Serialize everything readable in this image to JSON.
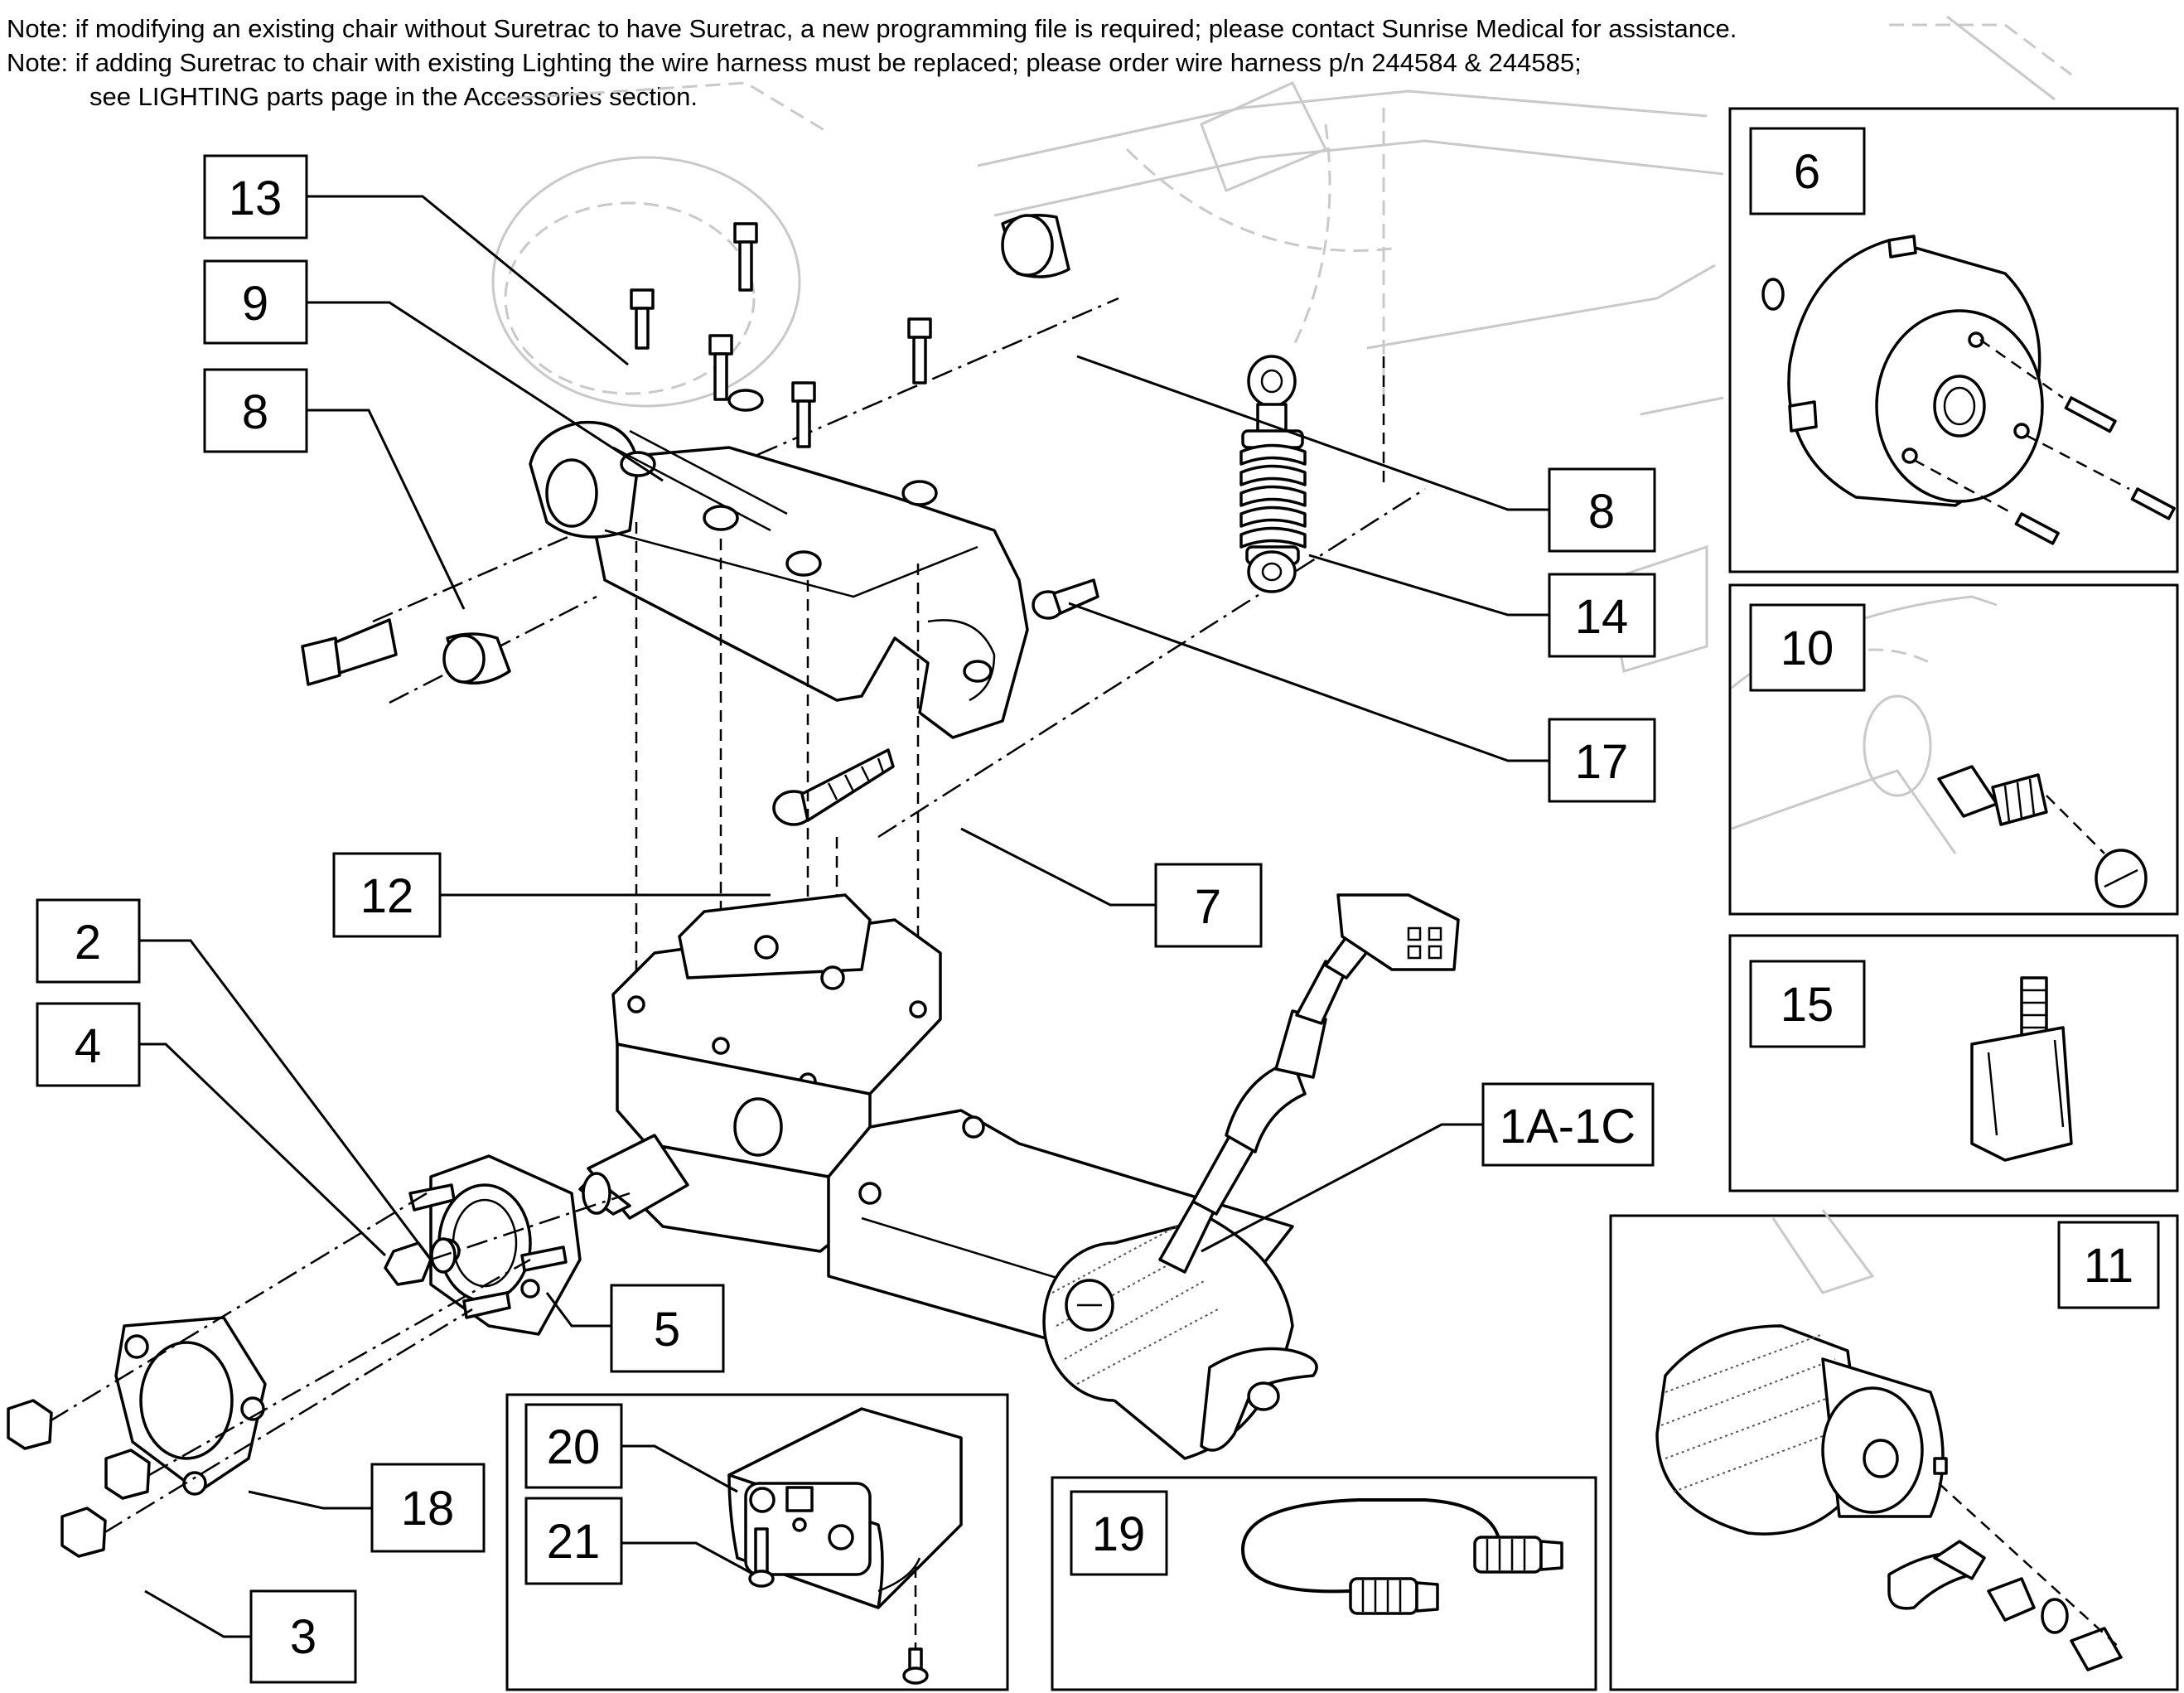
{
  "notes": [
    "Note: if modifying an existing chair without Suretrac to have Suretrac, a new programming file is required; please contact Sunrise Medical for assistance.",
    "Note: if adding Suretrac to chair with existing Lighting the wire harness must be replaced; please order wire harness p/n 244584 & 244585;",
    "see LIGHTING parts page in the Accessories section."
  ],
  "callouts": {
    "c13": "13",
    "c9": "9",
    "c8a": "8",
    "c8b": "8",
    "c14": "14",
    "c17": "17",
    "c12": "12",
    "c7": "7",
    "c2": "2",
    "c4": "4",
    "c5": "5",
    "c1a": "1A-1C",
    "c18": "18",
    "c3": "3",
    "c20": "20",
    "c21": "21",
    "c19": "19",
    "c6": "6",
    "c10": "10",
    "c15": "15",
    "c11": "11"
  }
}
